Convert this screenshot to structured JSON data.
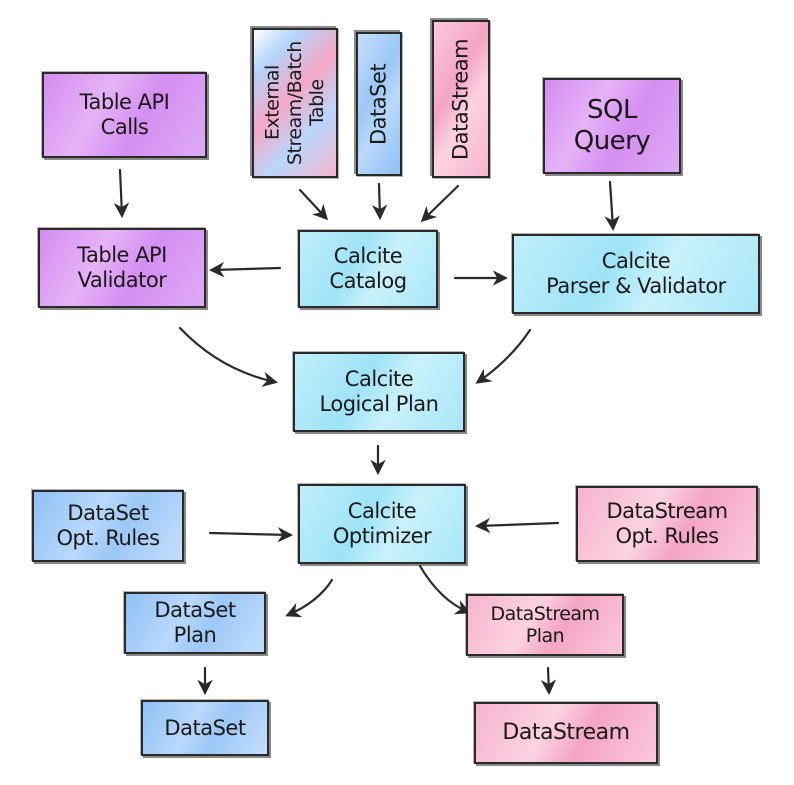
{
  "diagram": {
    "colors": {
      "api": "#d48ef1",
      "calcite": "#a9e6f8",
      "dataset": "#9cc7f7",
      "datastream": "#f4a5c4",
      "stroke": "#2a2a2a"
    },
    "nodes": {
      "table_api_calls": {
        "lines": [
          "Table API",
          "Calls"
        ]
      },
      "external_table": {
        "lines": [
          "External",
          "Stream/Batch",
          "Table"
        ]
      },
      "dataset_source": {
        "lines": [
          "DataSet"
        ]
      },
      "datastream_source": {
        "lines": [
          "DataStream"
        ]
      },
      "sql_query": {
        "lines": [
          "SQL",
          "Query"
        ]
      },
      "table_api_validator": {
        "lines": [
          "Table API",
          "Validator"
        ]
      },
      "calcite_catalog": {
        "lines": [
          "Calcite",
          "Catalog"
        ]
      },
      "calcite_parser_validator": {
        "lines": [
          "Calcite",
          "Parser & Validator"
        ]
      },
      "calcite_logical_plan": {
        "lines": [
          "Calcite",
          "Logical Plan"
        ]
      },
      "dataset_opt_rules": {
        "lines": [
          "DataSet",
          "Opt. Rules"
        ]
      },
      "calcite_optimizer": {
        "lines": [
          "Calcite",
          "Optimizer"
        ]
      },
      "datastream_opt_rules": {
        "lines": [
          "DataStream",
          "Opt. Rules"
        ]
      },
      "dataset_plan": {
        "lines": [
          "DataSet",
          "Plan"
        ]
      },
      "datastream_plan": {
        "lines": [
          "DataStream",
          "Plan"
        ]
      },
      "dataset_output": {
        "lines": [
          "DataSet"
        ]
      },
      "datastream_output": {
        "lines": [
          "DataStream"
        ]
      }
    },
    "edges": [
      {
        "from": "table_api_calls",
        "to": "table_api_validator"
      },
      {
        "from": "external_table",
        "to": "calcite_catalog"
      },
      {
        "from": "dataset_source",
        "to": "calcite_catalog"
      },
      {
        "from": "datastream_source",
        "to": "calcite_catalog"
      },
      {
        "from": "sql_query",
        "to": "calcite_parser_validator"
      },
      {
        "from": "calcite_catalog",
        "to": "table_api_validator"
      },
      {
        "from": "calcite_catalog",
        "to": "calcite_parser_validator"
      },
      {
        "from": "table_api_validator",
        "to": "calcite_logical_plan"
      },
      {
        "from": "calcite_parser_validator",
        "to": "calcite_logical_plan"
      },
      {
        "from": "calcite_logical_plan",
        "to": "calcite_optimizer"
      },
      {
        "from": "dataset_opt_rules",
        "to": "calcite_optimizer"
      },
      {
        "from": "datastream_opt_rules",
        "to": "calcite_optimizer"
      },
      {
        "from": "calcite_optimizer",
        "to": "dataset_plan"
      },
      {
        "from": "calcite_optimizer",
        "to": "datastream_plan"
      },
      {
        "from": "dataset_plan",
        "to": "dataset_output"
      },
      {
        "from": "datastream_plan",
        "to": "datastream_output"
      }
    ]
  }
}
